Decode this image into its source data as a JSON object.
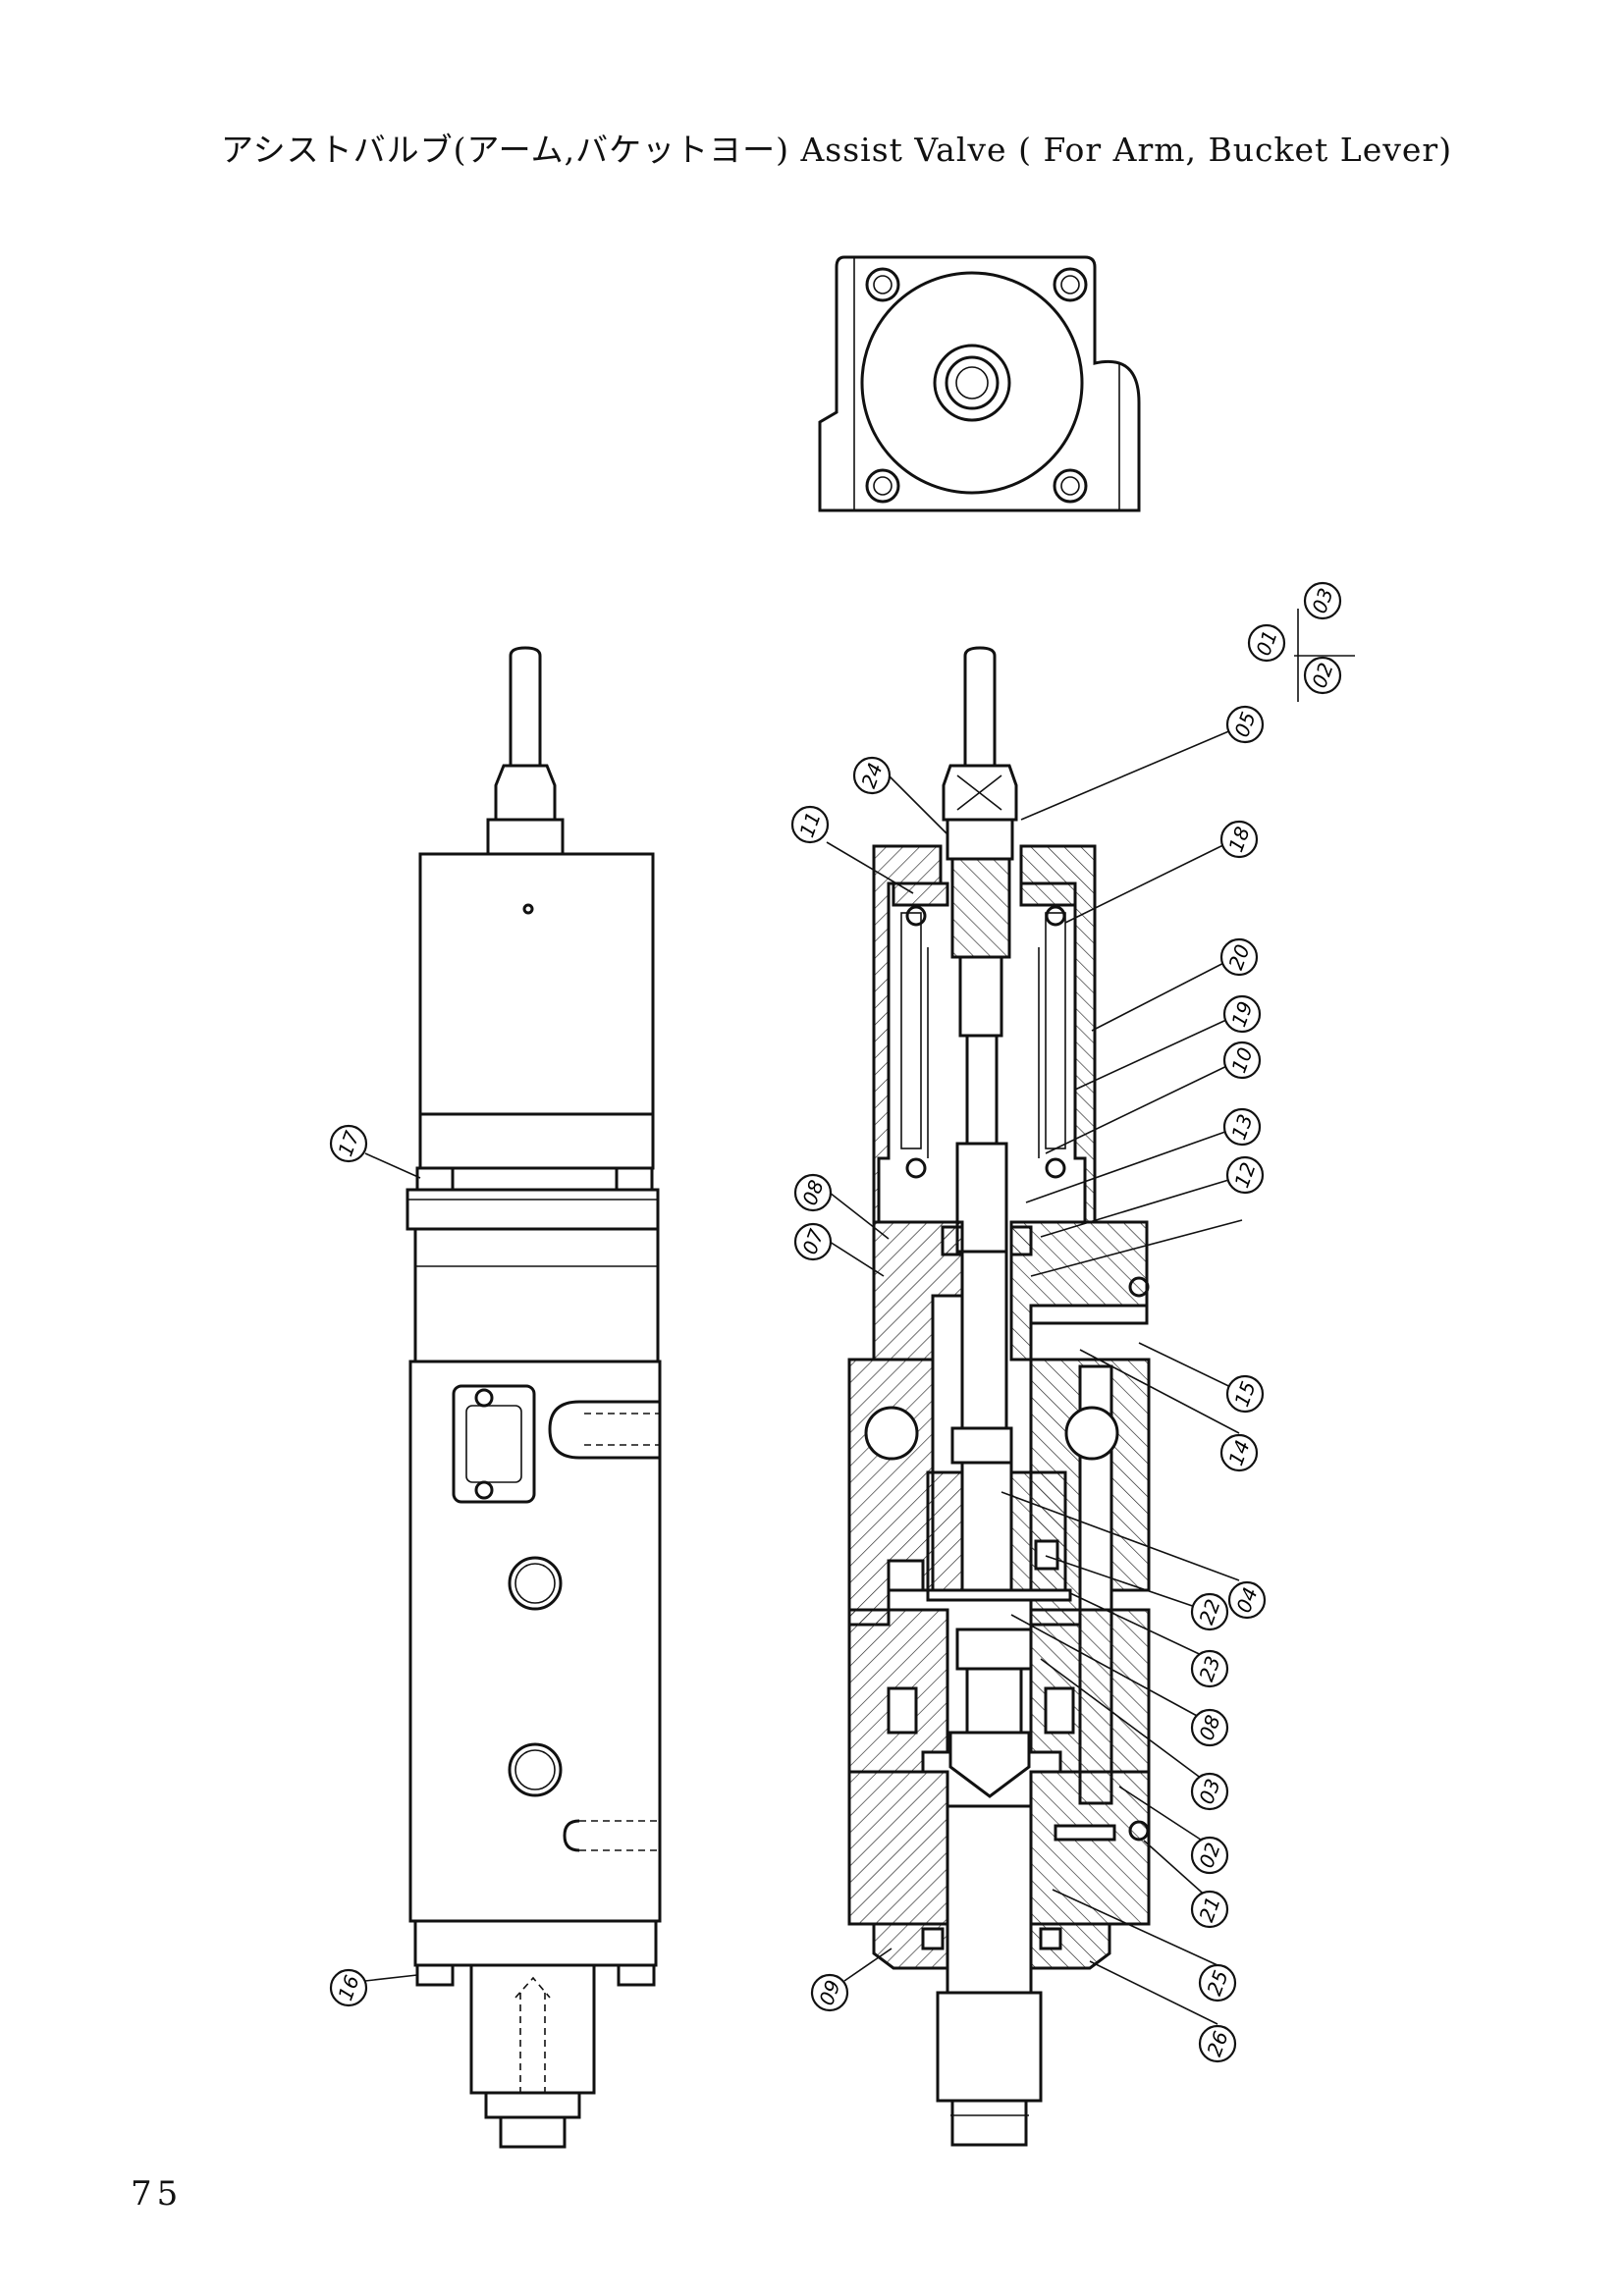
{
  "page": {
    "title": "アシストバルブ(アーム,バケットヨー) Assist Valve ( For Arm, Bucket Lever)",
    "page_number": "75"
  },
  "callouts": [
    "01",
    "02",
    "03",
    "04",
    "05",
    "07",
    "08",
    "08",
    "09",
    "10",
    "11",
    "12",
    "13",
    "14",
    "15",
    "16",
    "17",
    "18",
    "19",
    "20",
    "21",
    "22",
    "23",
    "24",
    "25",
    "26"
  ]
}
